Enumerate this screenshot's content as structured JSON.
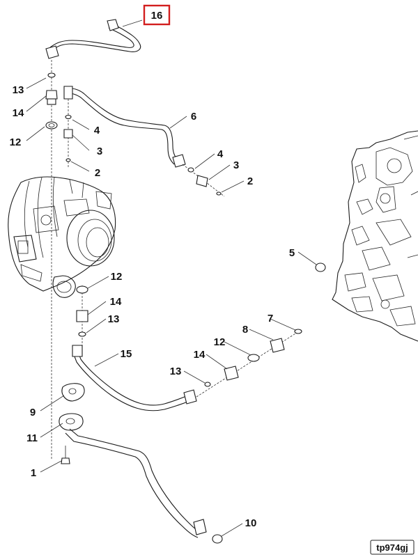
{
  "callouts": [
    {
      "id": "c16",
      "label": "16",
      "highlighted": true
    },
    {
      "id": "c13a",
      "label": "13"
    },
    {
      "id": "c14a",
      "label": "14"
    },
    {
      "id": "c12a",
      "label": "12"
    },
    {
      "id": "c4a",
      "label": "4"
    },
    {
      "id": "c3a",
      "label": "3"
    },
    {
      "id": "c2a",
      "label": "2"
    },
    {
      "id": "c6",
      "label": "6"
    },
    {
      "id": "c4b",
      "label": "4"
    },
    {
      "id": "c3b",
      "label": "3"
    },
    {
      "id": "c2b",
      "label": "2"
    },
    {
      "id": "c5",
      "label": "5"
    },
    {
      "id": "c12b",
      "label": "12"
    },
    {
      "id": "c14b",
      "label": "14"
    },
    {
      "id": "c13b",
      "label": "13"
    },
    {
      "id": "c15",
      "label": "15"
    },
    {
      "id": "c7",
      "label": "7"
    },
    {
      "id": "c8",
      "label": "8"
    },
    {
      "id": "c12c",
      "label": "12"
    },
    {
      "id": "c14c",
      "label": "14"
    },
    {
      "id": "c13c",
      "label": "13"
    },
    {
      "id": "c9",
      "label": "9"
    },
    {
      "id": "c11",
      "label": "11"
    },
    {
      "id": "c1",
      "label": "1"
    },
    {
      "id": "c10",
      "label": "10"
    }
  ],
  "reference_code": "tp974gj",
  "colors": {
    "highlight": "#d21e1e",
    "line": "#1a1a1a",
    "background": "#ffffff"
  }
}
